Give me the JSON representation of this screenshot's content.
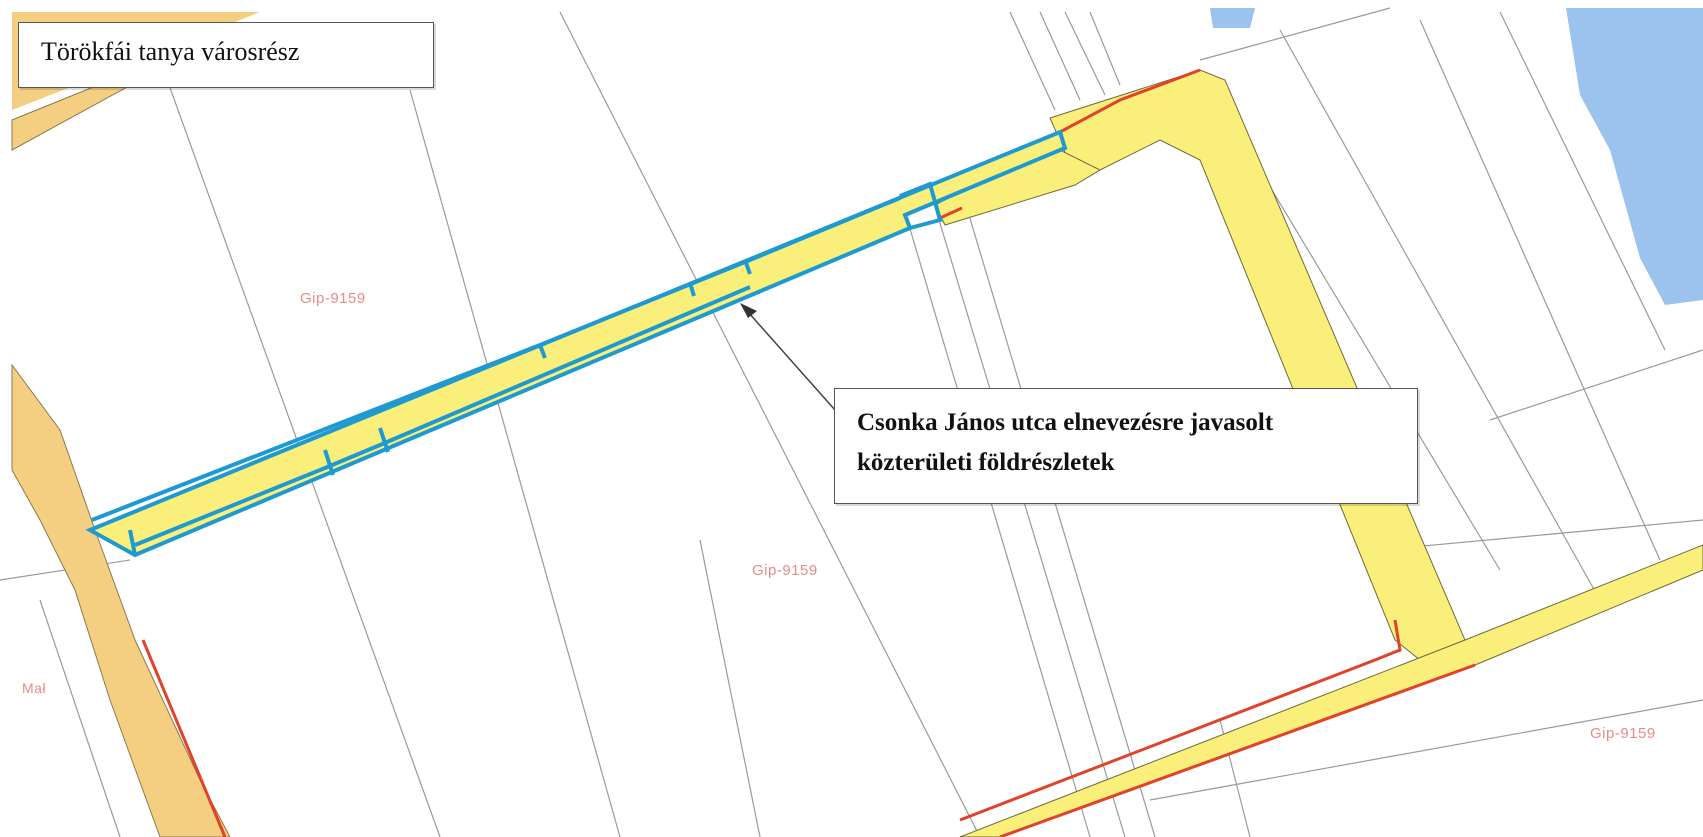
{
  "district_label": "Törökfái tanya városrész",
  "callout": {
    "line1": "Csonka János utca elnevezésre javasolt",
    "line2": "közterületi földrészletek"
  },
  "zone_labels": [
    "Gip-9159",
    "Gip-9159",
    "Gip-9159",
    "Mał"
  ],
  "colors": {
    "road_fill": "#f9ef7a",
    "old_road_fill": "#f4cf82",
    "proposed_outline": "#1f9ad0",
    "boundary_red": "#e0432a",
    "building_blue": "#9cc3ee"
  }
}
